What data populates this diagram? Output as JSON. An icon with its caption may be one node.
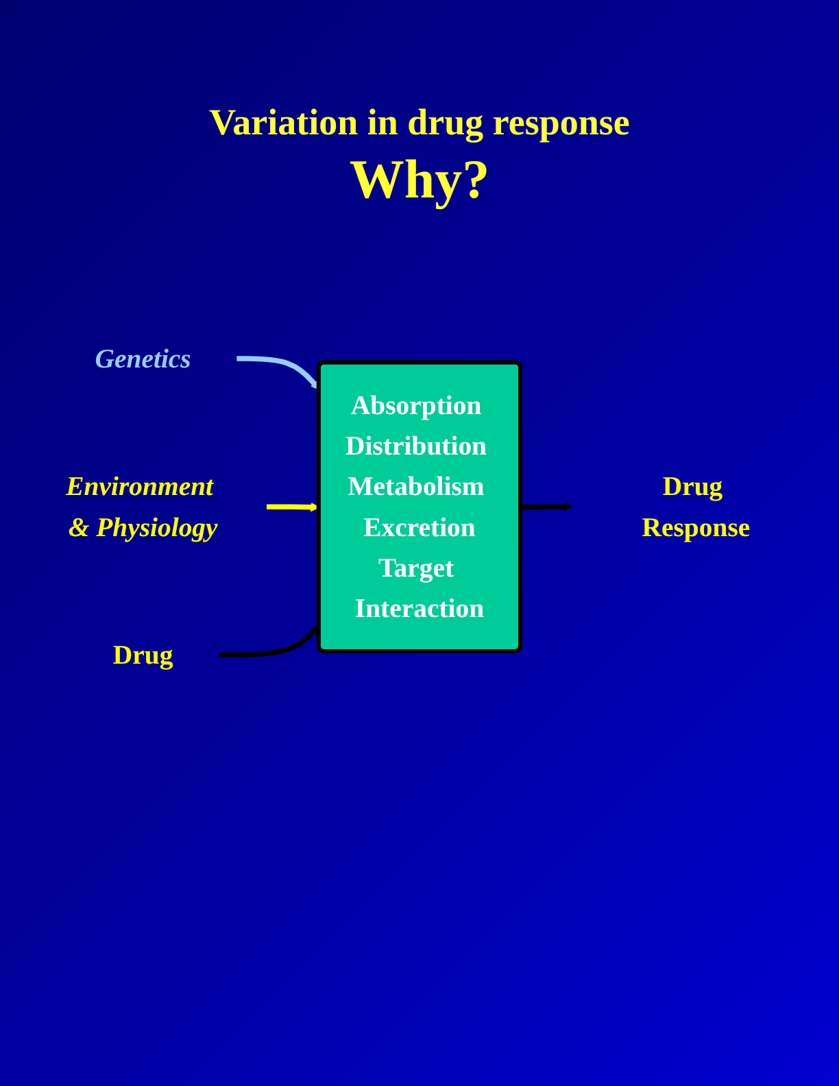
{
  "diagram": {
    "title": "Variation in drug response",
    "nodes": [
      {
        "text": [
          "Genetics"
        ]
      },
      {
        "text": [
          "Environment & Physiology"
        ]
      },
      {
        "text": [
          "Drug"
        ]
      },
      {
        "text": [
          "Absorption Distribution Metabolism Excretion",
          "Target Interaction"
        ]
      },
      {
        "text": [
          "Drug Response"
        ]
      }
    ],
    "edges": [
      {
        "from": 0,
        "to": 3,
        "arrow": "to",
        "color": "#99ccff"
      },
      {
        "from": 1,
        "to": 3,
        "arrow": "to",
        "color": "#ffff00"
      },
      {
        "from": 2,
        "to": 3,
        "arrow": "to"
      },
      {
        "from": 3,
        "to": 4,
        "arrow": "to"
      }
    ],
    "labels": [
      "Why?"
    ]
  }
}
